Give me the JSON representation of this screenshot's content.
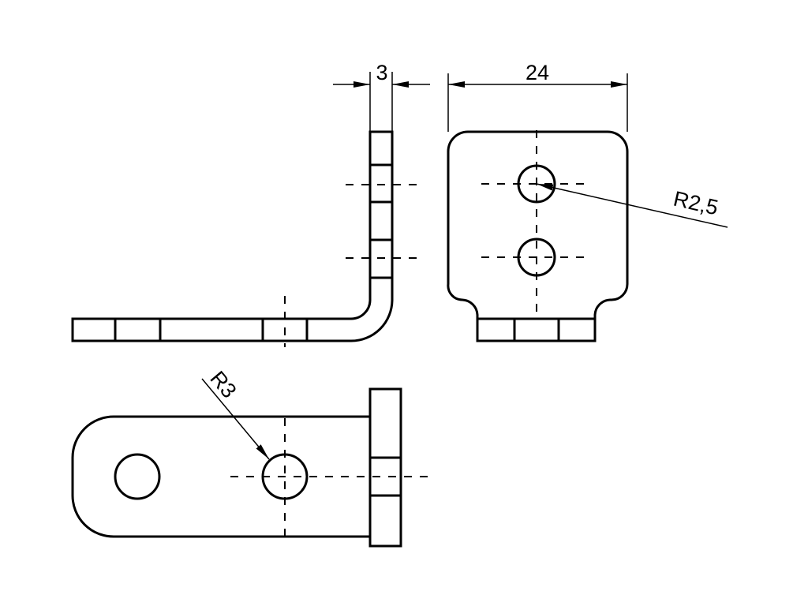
{
  "dimensions": {
    "thickness": "3",
    "width": "24",
    "hole_radius_small": "R2,5",
    "hole_radius_large": "R3"
  }
}
